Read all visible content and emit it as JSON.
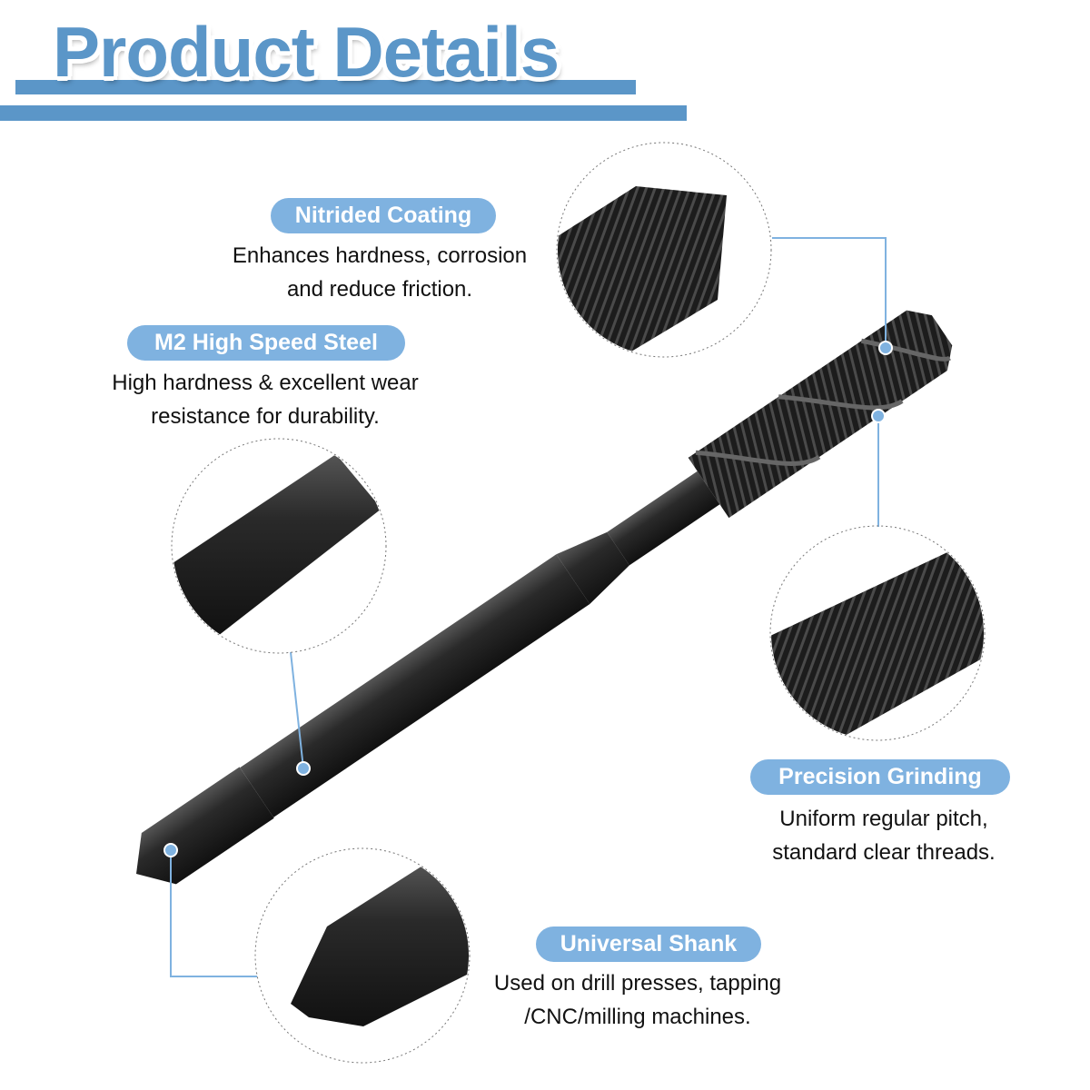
{
  "title": "Product Details",
  "colors": {
    "accent": "#5b96c8",
    "pill": "#7fb2e0",
    "steel": "#262626"
  },
  "features": [
    {
      "label": "Nitrided Coating",
      "lines": [
        "Enhances hardness, corrosion",
        "and reduce friction."
      ]
    },
    {
      "label": "M2 High Speed Steel",
      "lines": [
        "High hardness & excellent wear",
        "resistance for durability."
      ]
    },
    {
      "label": "Precision Grinding",
      "lines": [
        "Uniform regular pitch,",
        "standard clear threads."
      ]
    },
    {
      "label": "Universal Shank",
      "lines": [
        "Used on drill presses, tapping",
        "/CNC/milling machines."
      ]
    }
  ]
}
